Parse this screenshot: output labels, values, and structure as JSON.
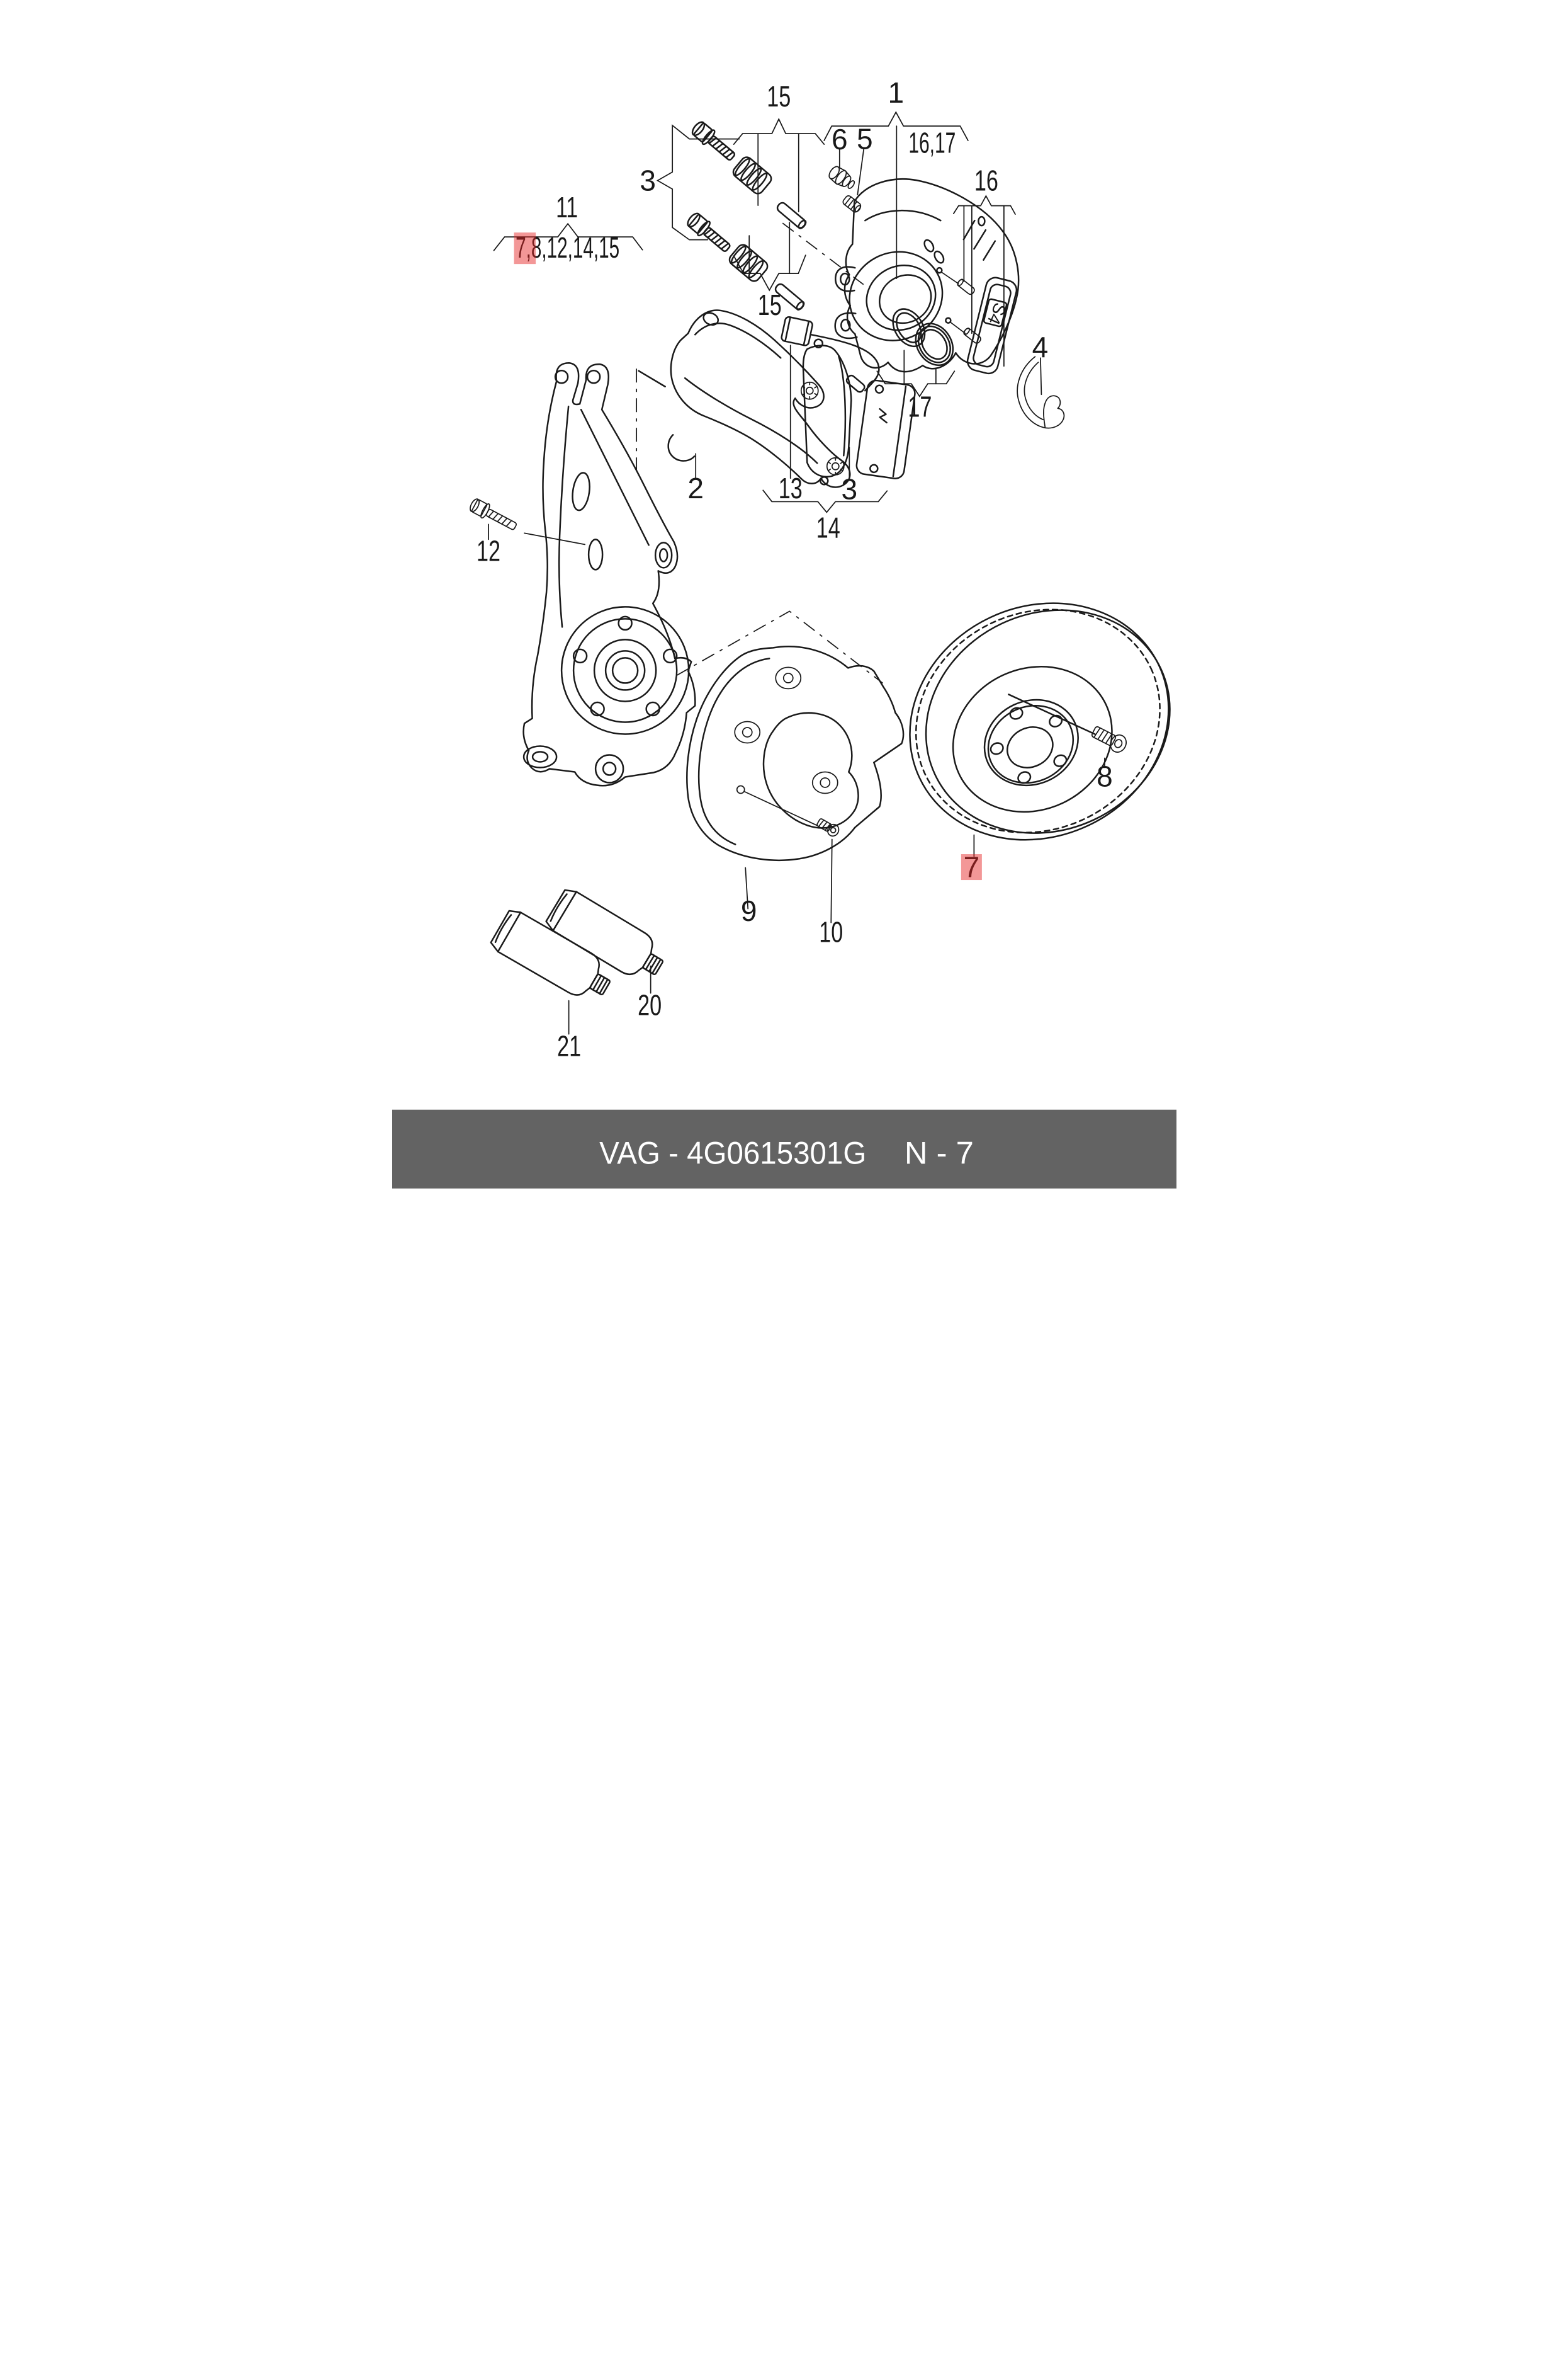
{
  "page": {
    "background": "#ffffff",
    "line_color": "#1a1a1a"
  },
  "footer": {
    "part_code": "VAG - 4G0615301G",
    "page_ref": "N - 7",
    "bg": "#636363",
    "fg": "#ffffff"
  },
  "highlight": {
    "fill": "#e62222",
    "opacity": "0.47"
  },
  "parts_list": {
    "text": "7,8,12,14,15",
    "highlighted_item": "7"
  },
  "plate_logo": "S4",
  "callouts": {
    "c15_top": "15",
    "c1": "1",
    "c6": "6",
    "c5": "5",
    "c16_17": "16,17",
    "c3_bolts": "3",
    "c11": "11",
    "c16": "16",
    "c4": "4",
    "c15_lower": "15",
    "c17": "17",
    "c2": "2",
    "c13": "13",
    "c3_pads": "3",
    "c14": "14",
    "c12": "12",
    "c9": "9",
    "c10": "10",
    "c8": "8",
    "c7": "7",
    "c20": "20",
    "c21": "21"
  }
}
